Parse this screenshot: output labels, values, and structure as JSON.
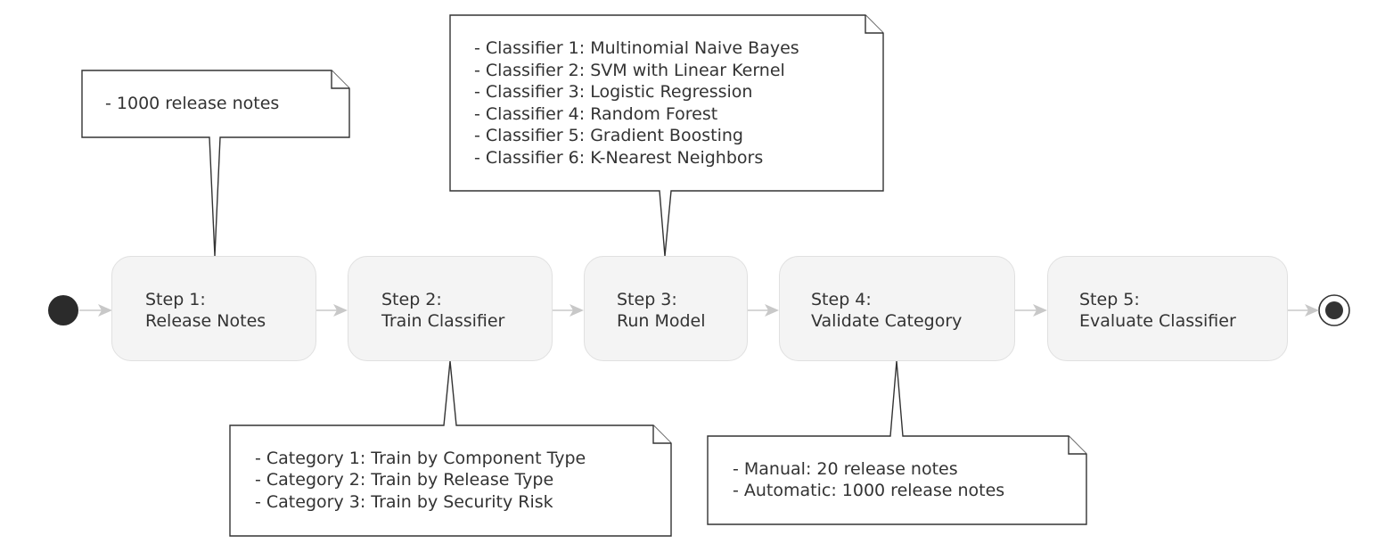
{
  "steps": [
    {
      "id": "release-notes",
      "title": "Step 1:",
      "subtitle": "Release Notes"
    },
    {
      "id": "train-classifier",
      "title": "Step 2:",
      "subtitle": "Train Classifier"
    },
    {
      "id": "run-model",
      "title": "Step 3:",
      "subtitle": "Run Model"
    },
    {
      "id": "validate-category",
      "title": "Step 4:",
      "subtitle": "Validate Category"
    },
    {
      "id": "evaluate-classifier",
      "title": "Step 5:",
      "subtitle": "Evaluate Classifier"
    }
  ],
  "notes": {
    "release_notes": {
      "lines": [
        "- 1000 release notes"
      ]
    },
    "train_classifier": {
      "lines": [
        "- Category 1: Train by Component Type",
        "- Category 2: Train by Release Type",
        "- Category 3: Train by Security Risk"
      ]
    },
    "run_model": {
      "lines": [
        "- Classifier 1: Multinomial Naive Bayes",
        "- Classifier 2: SVM with Linear Kernel",
        "- Classifier 3: Logistic Regression",
        "- Classifier 4: Random Forest",
        "- Classifier 5: Gradient Boosting",
        "- Classifier 6: K-Nearest Neighbors"
      ]
    },
    "validate_category": {
      "lines": [
        "- Manual: 20 release notes",
        "- Automatic: 1000 release notes"
      ]
    }
  },
  "colors": {
    "node_fill": "#f4f4f4",
    "node_border": "#e0e0e0",
    "arrow": "#c8c8c8",
    "text": "#333333",
    "start_node": "#2b2b2b"
  }
}
